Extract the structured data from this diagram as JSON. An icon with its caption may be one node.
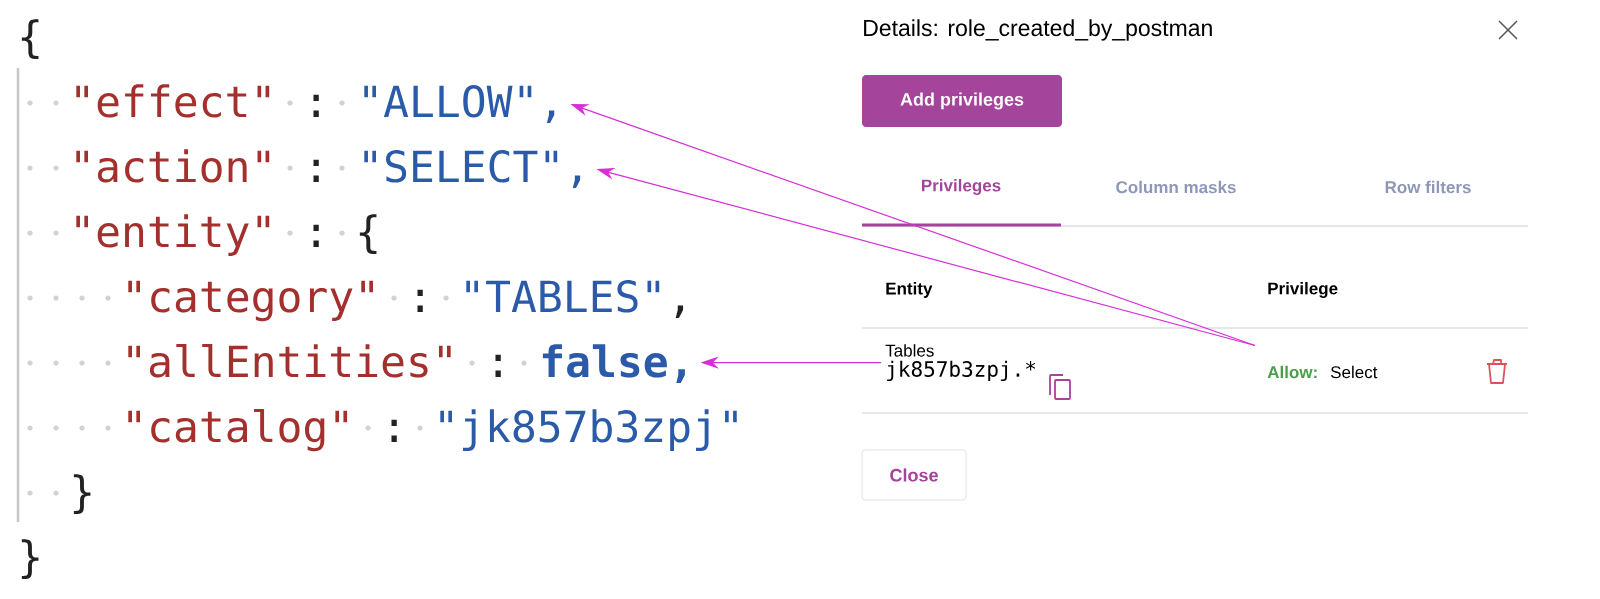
{
  "diagram": {
    "nodes": [
      {
        "text": [
          "\"ALLOW\","
        ]
      },
      {
        "text": [
          "\"SELECT\","
        ]
      },
      {
        "text": [
          "**false**,"
        ]
      },
      {
        "text": [
          "Details: role_created_by_postman"
        ]
      },
      {
        "text": [
          "Tables",
          "jk857b3zpj.*"
        ]
      },
      {
        "text": [
          "Allow:",
          "Select"
        ]
      }
    ],
    "edges": [
      {
        "from": 5,
        "to": 0,
        "arrow": "to"
      },
      {
        "from": 5,
        "to": 1,
        "arrow": "to"
      },
      {
        "from": 4,
        "to": 2,
        "arrow": "to"
      }
    ],
    "labels": [
      "{",
      "\"effect\"",
      ":",
      "\"action\"",
      ":",
      "\"entity\"",
      ":",
      "{",
      "\"category\"",
      ":",
      "\"TABLES\"",
      ",",
      "\"allEntities\"",
      ":",
      "\"catalog\"",
      ":",
      "\"jk857b3zpj\"",
      "}",
      "}",
      "Add privileges",
      "Privileges",
      "Column masks",
      "Row filters",
      "Entity",
      "Privilege",
      "Close"
    ]
  }
}
